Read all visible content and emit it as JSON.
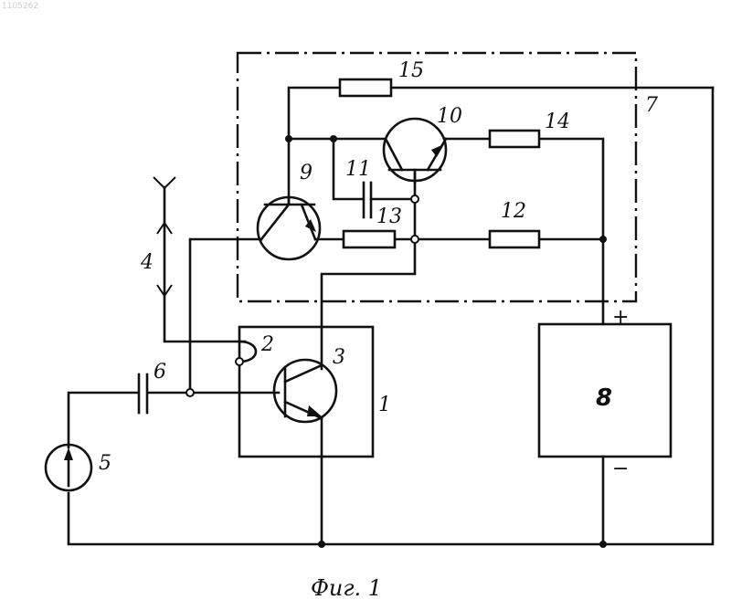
{
  "stamp": "1105262",
  "figure_caption": "Фиг. 1",
  "labels": {
    "l1": "1",
    "l2": "2",
    "l3": "3",
    "l4": "4",
    "l5": "5",
    "l6": "6",
    "l7": "7",
    "l8": "8",
    "l9": "9",
    "l10": "10",
    "l11": "11",
    "l12": "12",
    "l13": "13",
    "l14": "14",
    "l15": "15"
  },
  "polarity": {
    "plus": "+",
    "minus": "−"
  }
}
